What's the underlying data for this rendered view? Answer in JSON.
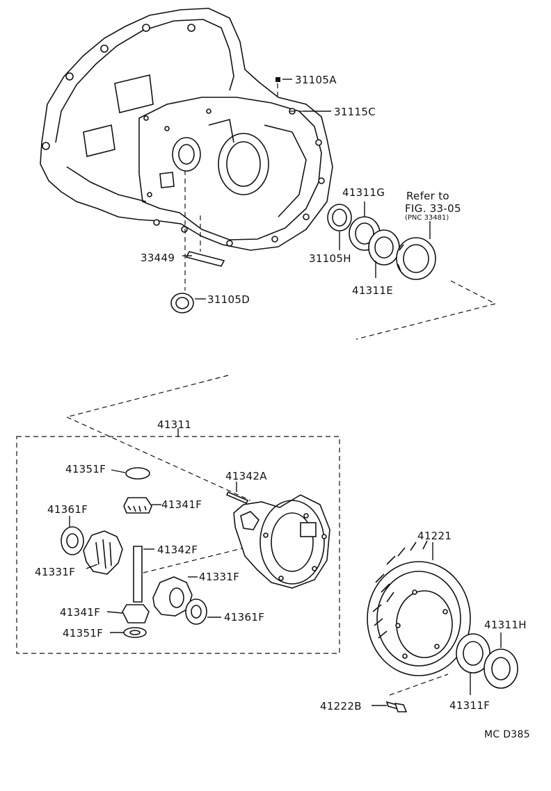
{
  "labels": {
    "p31105A": "31105A",
    "p31115C": "31115C",
    "p41311G": "41311G",
    "refer_line1": "Refer to",
    "refer_line2": "FIG. 33-05",
    "refer_pnc": "(PNC 33481)",
    "p31105H": "31105H",
    "p41311E": "41311E",
    "p33449": "33449",
    "p31105D": "31105D",
    "p41311": "41311",
    "p41351F_top": "41351F",
    "p41342A": "41342A",
    "p41341F_top": "41341F",
    "p41361F_left": "41361F",
    "p41342F": "41342F",
    "p41331F_left": "41331F",
    "p41331F_right": "41331F",
    "p41341F_bot": "41341F",
    "p41361F_right": "41361F",
    "p41351F_bot": "41351F",
    "p41221": "41221",
    "p41311H": "41311H",
    "p41222B": "41222B",
    "p41311F": "41311F",
    "catalog_code": "MC D385"
  }
}
